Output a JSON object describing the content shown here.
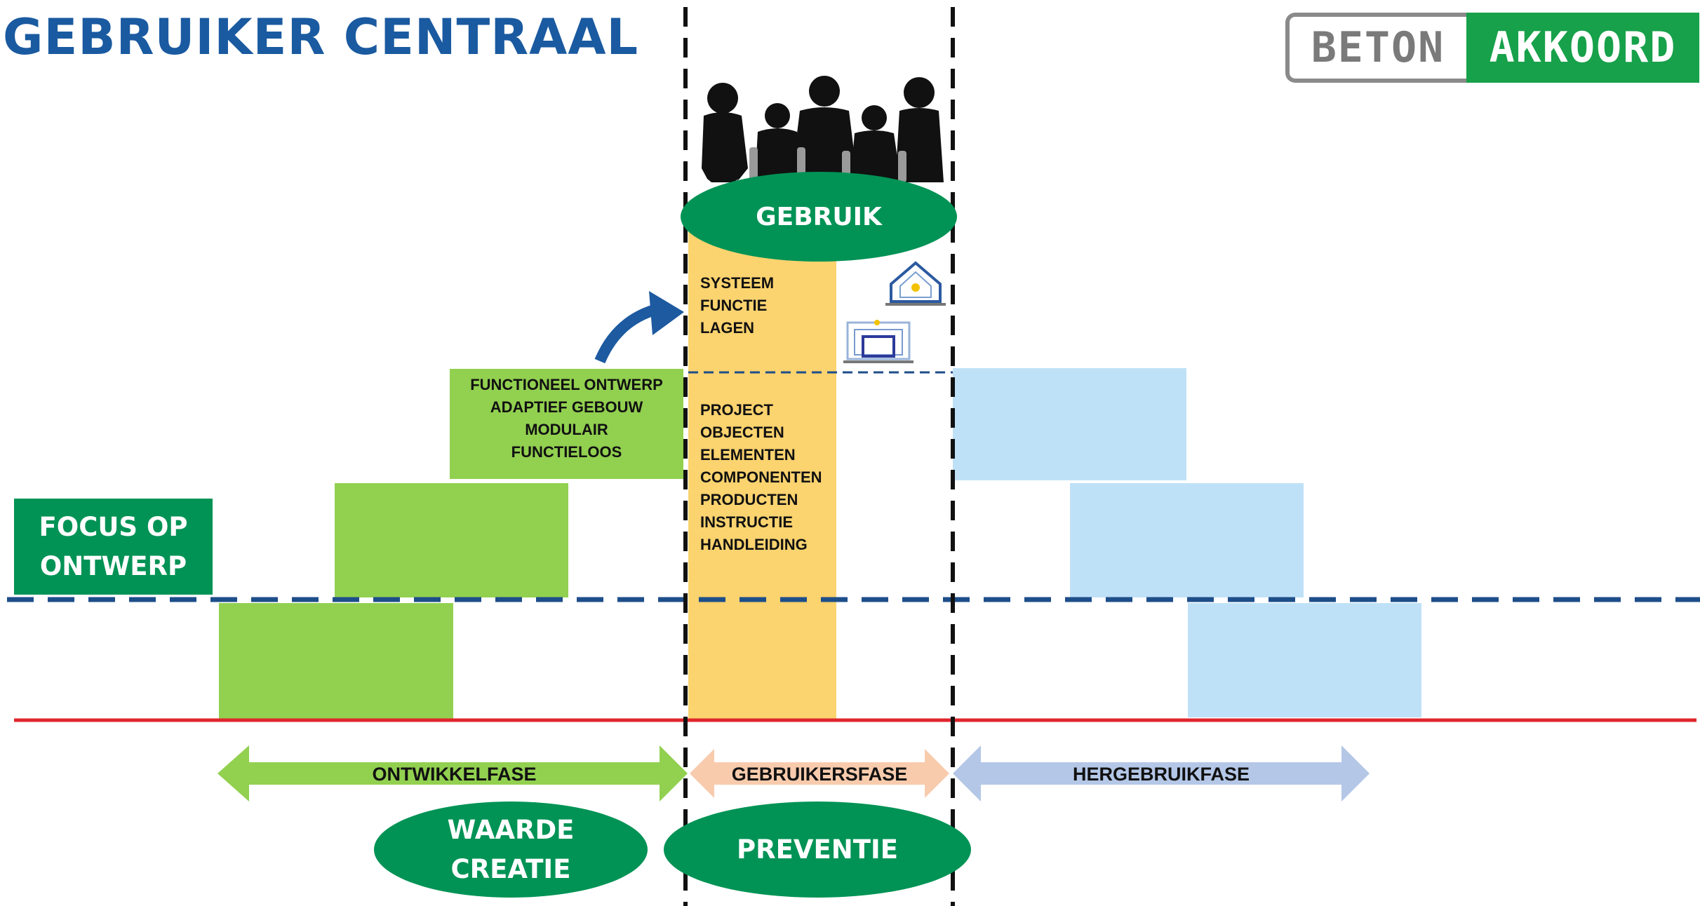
{
  "title": "GEBRUIKER CENTRAAL",
  "logo": {
    "left": "BETON",
    "right": "AKKOORD"
  },
  "gebruik_label": "GEBRUIK",
  "upper_list": [
    "SYSTEEM",
    "FUNCTIE",
    "LAGEN"
  ],
  "lower_list": [
    "PROJECT",
    "OBJECTEN",
    "ELEMENTEN",
    "COMPONENTEN",
    "PRODUCTEN",
    "INSTRUCTIE",
    "HANDLEIDING"
  ],
  "design_box": [
    "FUNCTIONEEL ONTWERP",
    "ADAPTIEF GEBOUW",
    "MODULAIR",
    "FUNCTIELOOS"
  ],
  "focus_box": [
    "FOCUS OP",
    "ONTWERP"
  ],
  "phases": [
    "ONTWIKKELFASE",
    "GEBRUIKERSFASE",
    "HERGEBRUIKFASE"
  ],
  "bottom_ellipses": {
    "left": [
      "WAARDE",
      "CREATIE"
    ],
    "right": "PREVENTIE"
  },
  "colors": {
    "title_blue": "#1a5aa0",
    "dark_green": "#009355",
    "light_green": "#92d050",
    "light_blue": "#bfe1f8",
    "orange_column": "#fbd36f",
    "navy_dash": "#1d4e89",
    "red_line": "#e0262c",
    "arrow_green": "#92d050",
    "arrow_peach": "#f8cbad",
    "arrow_lavender": "#b4c7e7"
  }
}
